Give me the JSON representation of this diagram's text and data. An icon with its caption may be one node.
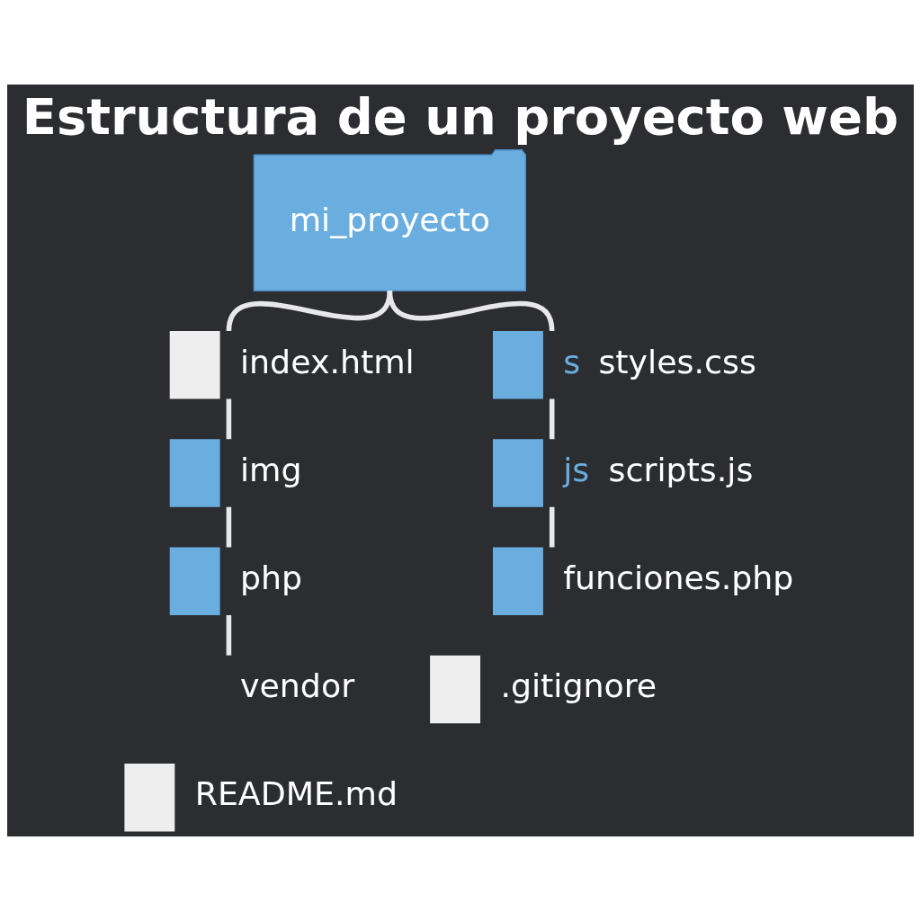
{
  "diagram": {
    "title": "Estructura de un proyecto web",
    "nodes": [
      {
        "text": [
          "mi_proyecto"
        ]
      },
      {
        "text": [
          "index.html"
        ]
      },
      {
        "text": [
          "img"
        ]
      },
      {
        "text": [
          "php"
        ]
      },
      {
        "text": [
          "vendor"
        ]
      },
      {
        "text": [
          "styles.css"
        ],
        "beside": [
          "s"
        ]
      },
      {
        "text": [
          "scripts.js"
        ],
        "beside": [
          "js"
        ]
      },
      {
        "text": [
          "funciones.php"
        ]
      },
      {
        "text": [
          ".gitignore"
        ]
      },
      {
        "text": [
          "README.md"
        ]
      }
    ],
    "edges": [
      {
        "from": 0,
        "to": 1,
        "arrow": "none"
      },
      {
        "from": 1,
        "to": 2,
        "arrow": "none"
      },
      {
        "from": 2,
        "to": 3,
        "arrow": "none"
      },
      {
        "from": 3,
        "to": 4,
        "arrow": "none"
      },
      {
        "from": 0,
        "to": 5,
        "arrow": "none"
      },
      {
        "from": 5,
        "to": 6,
        "arrow": "none"
      },
      {
        "from": 6,
        "to": 7,
        "arrow": "none"
      }
    ]
  }
}
